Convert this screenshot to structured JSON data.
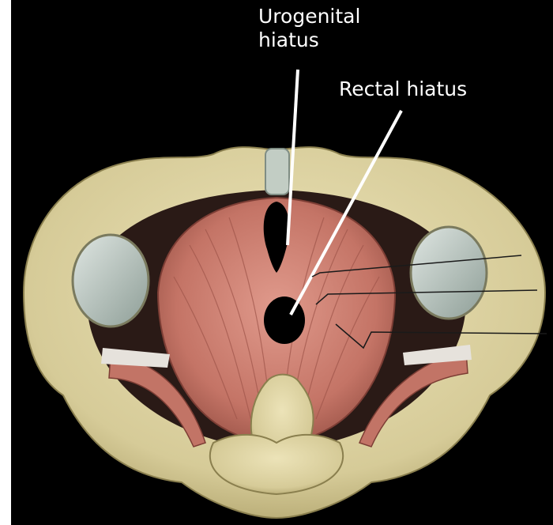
{
  "labels": {
    "urogenital_line1": "Urogenital",
    "urogenital_line2": "hiatus",
    "rectal": "Rectal hiatus"
  },
  "colors": {
    "background": "#000000",
    "bone": "#d9cfa0",
    "bone_shadow": "#a99c66",
    "muscle": "#c9796c",
    "muscle_dark": "#8e4a40",
    "cartilage": "#b9c6bf",
    "label_text": "#ffffff",
    "pointer_line": "#ffffff",
    "leader_line": "#1a1a1a"
  }
}
